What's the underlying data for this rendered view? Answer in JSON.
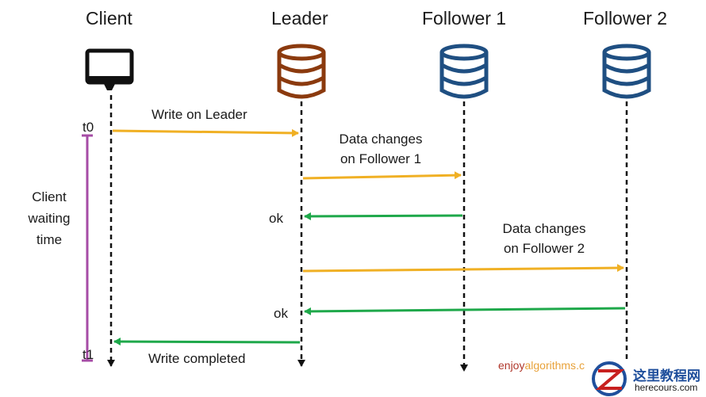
{
  "lanes": {
    "client": "Client",
    "leader": "Leader",
    "follower1": "Follower 1",
    "follower2": "Follower 2"
  },
  "times": {
    "t0": "t0",
    "t1": "t1"
  },
  "waiting": {
    "line1": "Client",
    "line2": "waiting",
    "line3": "time"
  },
  "messages": {
    "write_on_leader": "Write on Leader",
    "data_changes_f1_l1": "Data changes",
    "data_changes_f1_l2": "on Follower 1",
    "ok1": "ok",
    "data_changes_f2_l1": "Data changes",
    "data_changes_f2_l2": "on Follower 2",
    "ok2": "ok",
    "write_completed": "Write completed"
  },
  "brand": {
    "part1": "enjoy",
    "part2": "algorithms",
    "part3": ".c"
  },
  "watermark": {
    "line1": "这里教程网",
    "line2": "herecours.com"
  },
  "colors": {
    "request_arrow": "#f0b024",
    "ack_arrow": "#1ea84a",
    "leader_db": "#8b3a0e",
    "follower_db": "#1f4f82",
    "waiting_bracket": "#a64ca6"
  }
}
